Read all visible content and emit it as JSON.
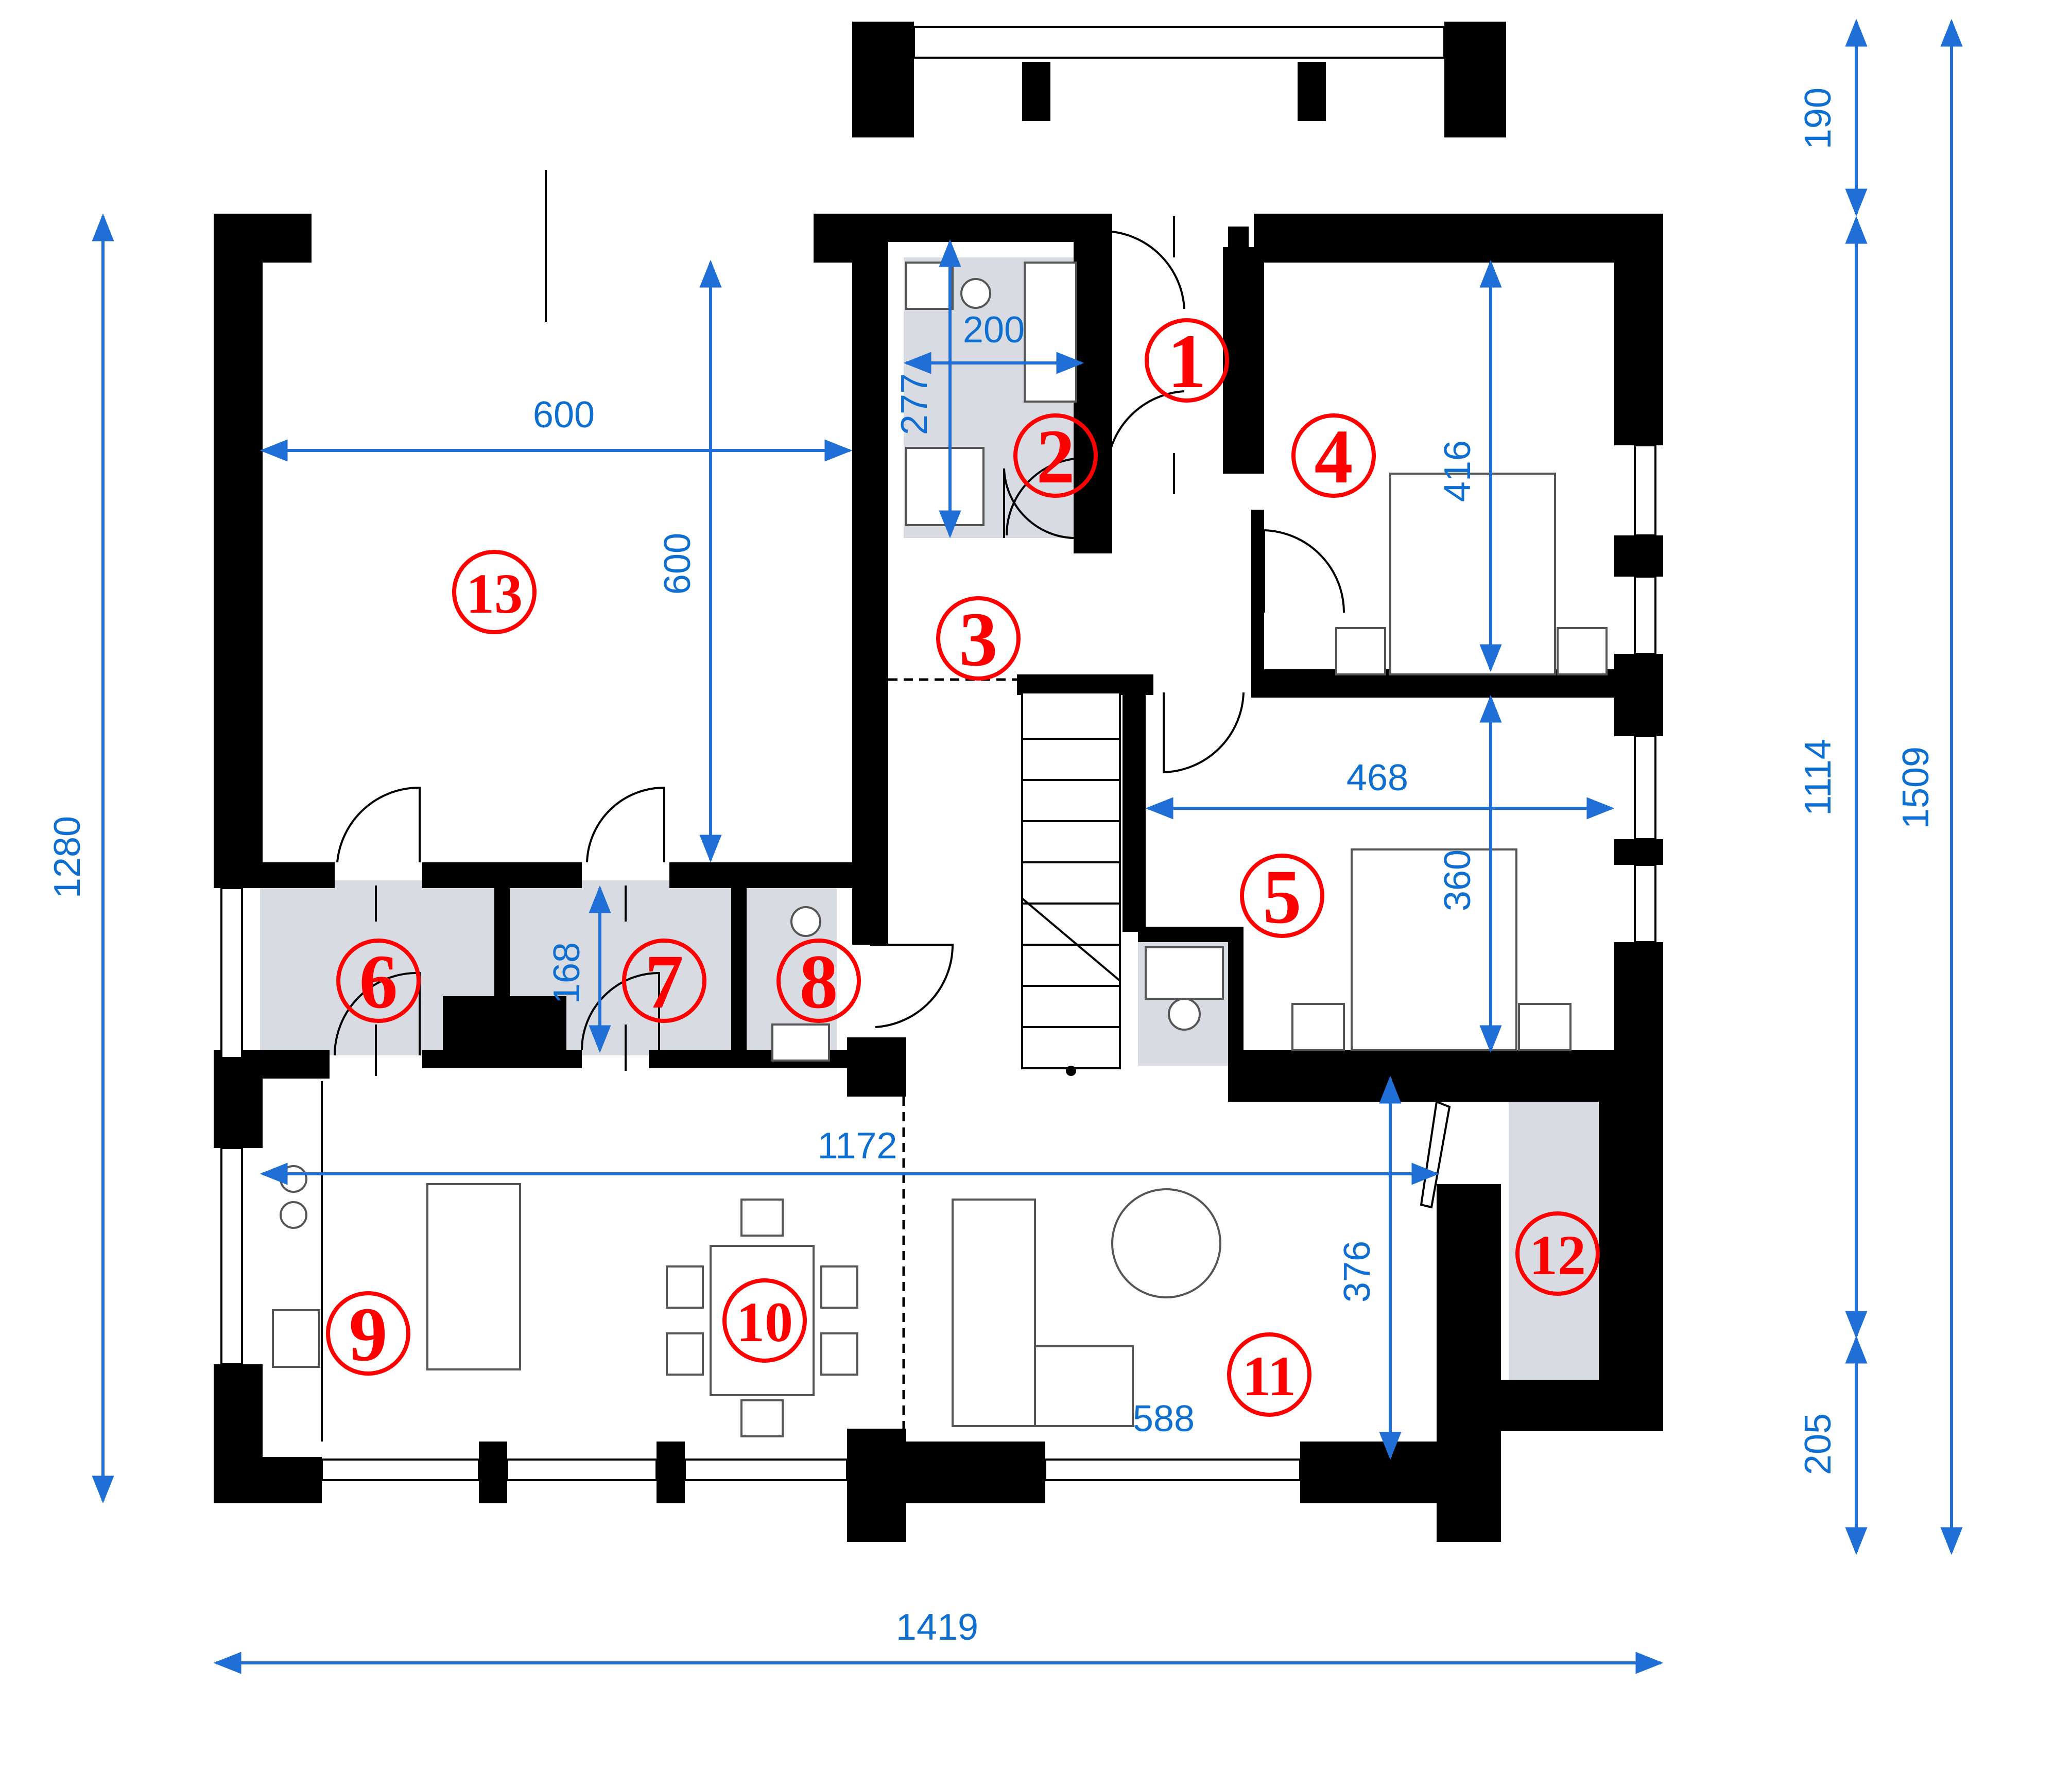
{
  "colors": {
    "wall": "#000000",
    "dimension": "#1f6fd6",
    "room_number": "#ff0000",
    "wet_area": "#d9dbe2"
  },
  "rooms": [
    "1",
    "2",
    "3",
    "4",
    "5",
    "6",
    "7",
    "8",
    "9",
    "10",
    "11",
    "12",
    "13"
  ],
  "dimensions": {
    "overall_width": "1419",
    "overall_height_left": "1280",
    "right_top": "190",
    "right_middle": "1114",
    "right_bottom": "205",
    "right_total": "1509",
    "room13_width": "600",
    "room13_height": "600",
    "bath_width": "200",
    "bath_height": "277",
    "bedroom4_height": "416",
    "bedroom5_width": "468",
    "bedroom5_height": "360",
    "storage_height": "168",
    "living_width": "1172",
    "living_height": "376",
    "sofa_length": "588"
  }
}
